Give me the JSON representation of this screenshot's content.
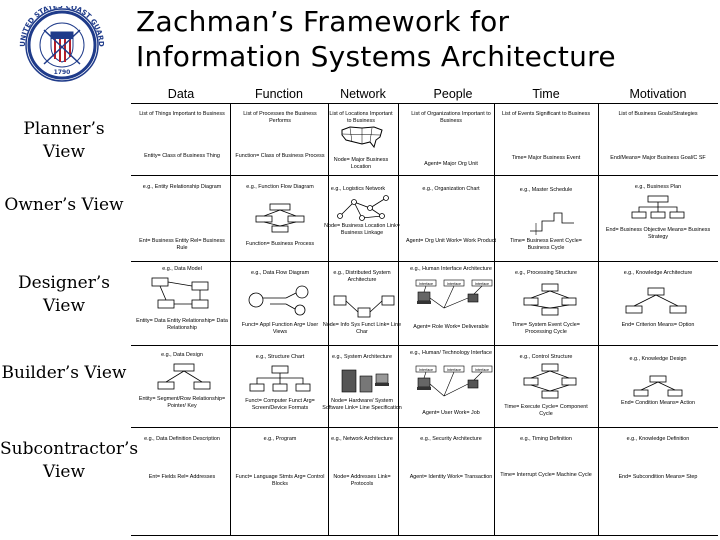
{
  "title": {
    "line1": "Zachman’s Framework for",
    "line2": "Information Systems Architecture"
  },
  "columns": [
    "Data",
    "Function",
    "Network",
    "People",
    "Time",
    "Motivation"
  ],
  "rows": [
    "Planner’s View",
    "Owner’s View",
    "Designer’s View",
    "Builder’s View",
    "Subcontractor’s View"
  ],
  "cells": {
    "planner": [
      [
        "List of Things Important to Business",
        "Entity= Class of Business Thing"
      ],
      [
        "List of Processes the Business Performs",
        "Function= Class of Business Process"
      ],
      [
        "List of Locations Important to Business",
        "Node= Major Business Location"
      ],
      [
        "List of Organizations Important to Business",
        "Agent= Major Org Unit"
      ],
      [
        "List of Events Significant to Business",
        "Time= Major Business Event"
      ],
      [
        "List of Business Goals/Strategies",
        "End/Means= Major Business Goal/C SF"
      ]
    ],
    "owner": [
      [
        "e.g., Entity Relationship Diagram",
        "Ent= Business Entity Rel= Business Rule"
      ],
      [
        "e.g., Function Flow Diagram",
        "Function= Business Process"
      ],
      [
        "e.g., Logistics Network",
        "Node= Business Location Link= Business Linkage"
      ],
      [
        "e.g., Organization Chart",
        "Agent= Org Unit Work= Work Product"
      ],
      [
        "e.g., Master Schedule",
        "Time= Business Event Cycle= Business Cycle"
      ],
      [
        "e.g., Business Plan",
        "End= Business Objective Means= Business Strategy"
      ]
    ],
    "designer": [
      [
        "e.g., Data Model",
        "Entity= Data Entity Relationship= Data Relationship"
      ],
      [
        "e.g., Data Flow Diagram",
        "Funct= Appl Function Arg= User Views"
      ],
      [
        "e.g., Distributed System Architecture",
        "Node= Info Sys Funct Link= Line Char"
      ],
      [
        "e.g., Human Interface Architecture",
        "Agent= Role Work= Deliverable"
      ],
      [
        "e.g., Processing Structure",
        "Time= System Event Cycle= Processing Cycle"
      ],
      [
        "e.g., Knowledge Architecture",
        "End= Criterion Means= Option"
      ]
    ],
    "builder": [
      [
        "e.g., Data Design",
        "Entity= Segment/Row Relationship= Pointer/ Key"
      ],
      [
        "e.g., Structure Chart",
        "Funct= Computer Funct Arg= Screen/Device Formats"
      ],
      [
        "e.g., System Architecture",
        "Node= Hardware/ System Software Link= Line Specification"
      ],
      [
        "e.g., Human/ Technology Interface",
        "Agent= User Work= Job"
      ],
      [
        "e.g., Control Structure",
        "Time= Execute Cycle= Component Cycle"
      ],
      [
        "e.g., Knowledge Design",
        "End= Condition Means= Action"
      ]
    ],
    "subcontractor": [
      [
        "e.g., Data Definition Description",
        "Ent= Fields Rel= Addresses"
      ],
      [
        "e.g., Program",
        "Funct= Language Stmts Arg= Control Blocks"
      ],
      [
        "e.g., Network Architecture",
        "Node= Addresses Link= Protocols"
      ],
      [
        "e.g., Security Architecture",
        "Agent= Identity Work= Transaction"
      ],
      [
        "e.g., Timing Definition",
        "Time= Interrupt Cycle= Machine Cycle"
      ],
      [
        "e.g., Knowledge Definition",
        "End= Subcondition Means= Step"
      ]
    ]
  },
  "seal_text": {
    "top": "UNITED STATES COAST GUARD",
    "year": "1790"
  },
  "interface_labels": [
    "Interface",
    "Interface",
    "Interface"
  ],
  "colors": {
    "seal_blue": "#1f3b8a",
    "seal_red": "#b41f2a",
    "line": "#000000"
  }
}
